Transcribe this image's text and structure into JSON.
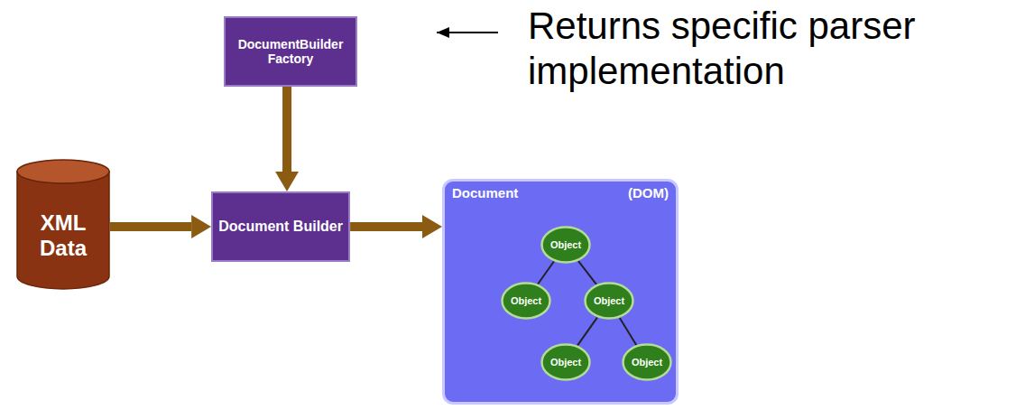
{
  "diagram": {
    "nodes": [
      {
        "text": [
          "DocumentBuilder Factory"
        ]
      },
      {
        "text": [
          "XML Data"
        ]
      },
      {
        "text": [
          "Document Builder"
        ]
      },
      {
        "text": [
          "Document",
          "(DOM)"
        ]
      },
      {
        "text": [
          "Object"
        ],
        "in": 3
      },
      {
        "text": [
          "Object"
        ],
        "in": 3
      },
      {
        "text": [
          "Object"
        ],
        "in": 3
      },
      {
        "text": [
          "Object"
        ],
        "in": 3
      },
      {
        "text": [
          "Object"
        ],
        "in": 3
      }
    ],
    "edges": [
      {
        "from": 0,
        "to": 2,
        "arrow": "to"
      },
      {
        "from": 1,
        "to": 2,
        "arrow": "to"
      },
      {
        "from": 2,
        "to": 3,
        "arrow": "to"
      },
      {
        "from": 4,
        "to": 5,
        "arrow": "none"
      },
      {
        "from": 4,
        "to": 6,
        "arrow": "none"
      },
      {
        "from": 6,
        "to": 7,
        "arrow": "none"
      },
      {
        "from": 6,
        "to": 8,
        "arrow": "none"
      }
    ],
    "labels": [
      "Returns specific parser implementation"
    ]
  }
}
